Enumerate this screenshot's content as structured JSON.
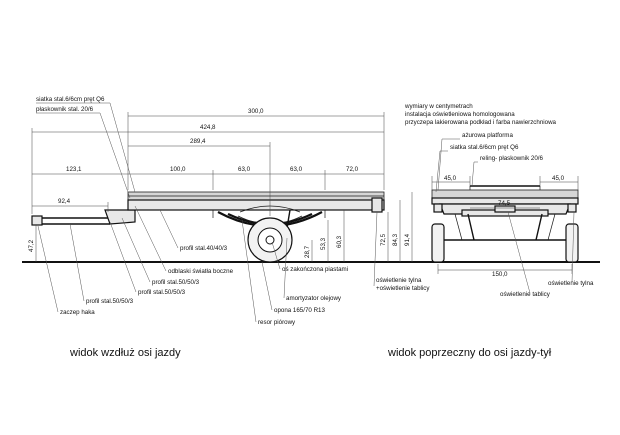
{
  "notes": {
    "line1": "wymiary w centymetrach",
    "line2": "instalacja oświetleniowa homologowana",
    "line3": "przyczepa  lakierowana podkład i farba nawierzchniowa"
  },
  "side_view": {
    "caption": "widok wzdłuż osi jazdy",
    "dims": {
      "d300": "300,0",
      "d4248": "424,8",
      "d2894": "289,4",
      "d1231": "123,1",
      "d1000": "100,0",
      "d630a": "63,0",
      "d630b": "63,0",
      "d720": "72,0",
      "d924": "92,4",
      "d472": "47,2",
      "d287": "28,7",
      "d533": "53,3",
      "d603": "60,3",
      "d725": "72,5",
      "d843": "84,3",
      "d914": "91,4"
    },
    "labels": {
      "mesh": "siatka stal.6/6cm pręt Q6",
      "flat_bar": "płaskownik stal. 20/6",
      "profile_40": "profil stal.40/40/3",
      "reflectors": "odblaski światła boczne",
      "profile_50a": "profil stal.50/50/3",
      "profile_50b": "profil stal.50/50/3",
      "profile_50c": "profil stal.50/50/3",
      "hitch": "zaczep haka",
      "axle": "oś zakończona piastami",
      "shock": "amortyzator olejowy",
      "tire": "opona 165/70 R13",
      "leaf_spring": "resor piórowy",
      "rear_light": "oświetlenie tylna",
      "rear_light2": "+oświetlenie tablicy"
    }
  },
  "rear_view": {
    "caption": "widok poprzeczny do osi jazdy-tył",
    "dims": {
      "d450a": "45,0",
      "d450b": "45,0",
      "d745": "74,5",
      "d1500": "150,0"
    },
    "labels": {
      "platform": "ażurowa platforma",
      "mesh": "siatka stal.6/6cm pręt Q6",
      "railing": "reling- płaskownik 20/6",
      "rear_light": "oświetlenie tylna",
      "plate_light": "oświetlenie tablicy"
    }
  }
}
